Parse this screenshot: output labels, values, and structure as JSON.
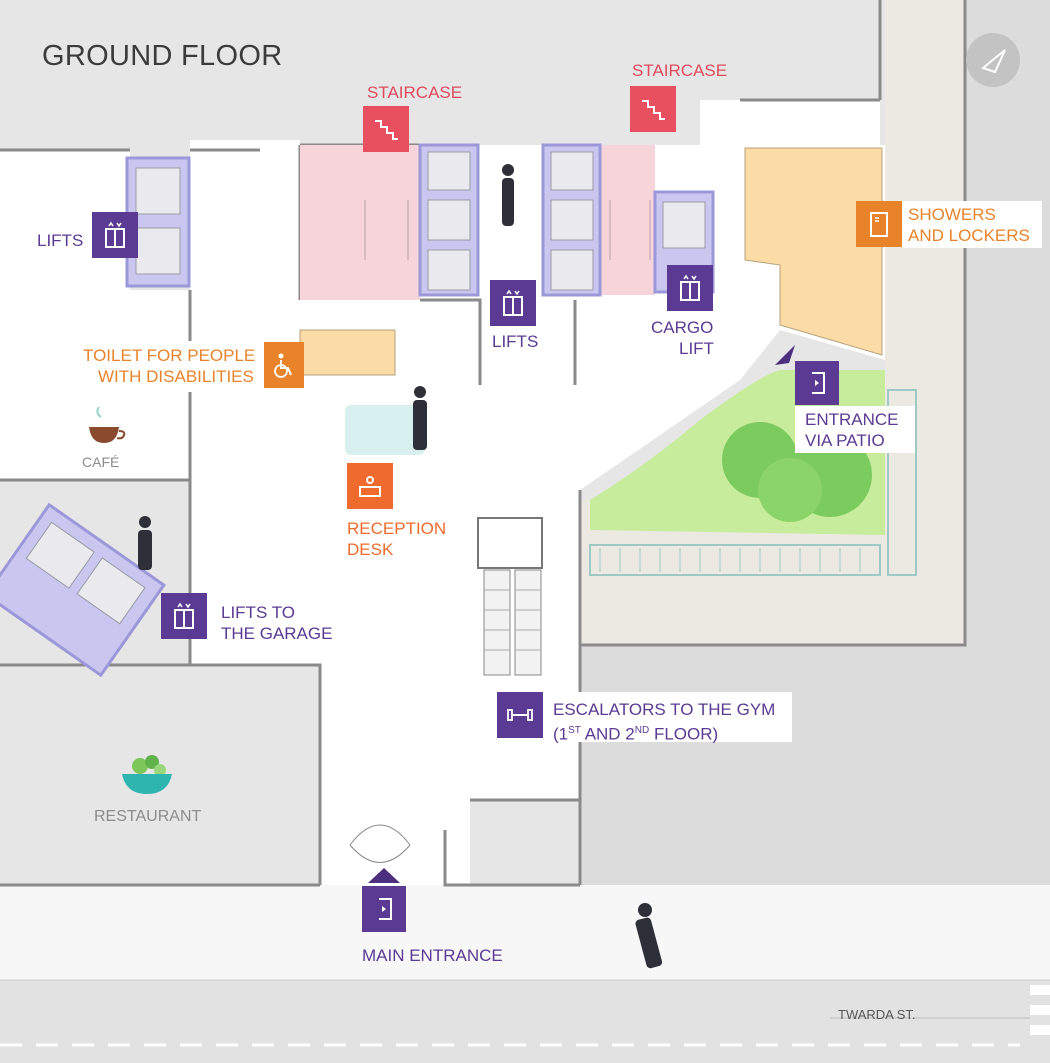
{
  "title": "GROUND FLOOR",
  "labels": {
    "staircase_1": "STAIRCASE",
    "staircase_2": "STAIRCASE",
    "lifts_left": "LIFTS",
    "lifts_center": "LIFTS",
    "cargo_lift_1": "CARGO",
    "cargo_lift_2": "LIFT",
    "showers_1": "SHOWERS",
    "showers_2": "AND LOCKERS",
    "toilet_1": "TOILET FOR PEOPLE",
    "toilet_2": "WITH DISABILITIES",
    "cafe": "CAFÉ",
    "reception_1": "RECEPTION",
    "reception_2": "DESK",
    "entrance_patio_1": "ENTRANCE",
    "entrance_patio_2": "VIA PATIO",
    "lifts_garage_1": "LIFTS TO",
    "lifts_garage_2": "THE GARAGE",
    "escalators_1": "ESCALATORS TO THE GYM",
    "escalators_2_pre": "(1",
    "escalators_2_sup1": "ST",
    "escalators_2_mid": " AND 2",
    "escalators_2_sup2": "ND",
    "escalators_2_post": " FLOOR)",
    "restaurant": "RESTAURANT",
    "main_entrance": "MAIN ENTRANCE",
    "street": "TWARDA ST."
  },
  "icons": {
    "compass": "north-arrow-icon",
    "lift": "lift-icon",
    "stairs": "stairs-icon",
    "shower": "locker-icon",
    "wheelchair": "wheelchair-icon",
    "reception": "reception-icon",
    "door": "door-icon",
    "gym": "dumbbell-icon",
    "coffee": "coffee-cup-icon",
    "salad": "salad-bowl-icon"
  },
  "colors": {
    "purple": "#5b3a93",
    "orange": "#e8832a",
    "red": "#e8505f",
    "reception": "#ef6b2d",
    "lift_fill": "#c9c7f0",
    "stair_fill": "#f7d4d9",
    "shower_fill": "#fbdca7",
    "garden": "#c7ec9c"
  }
}
